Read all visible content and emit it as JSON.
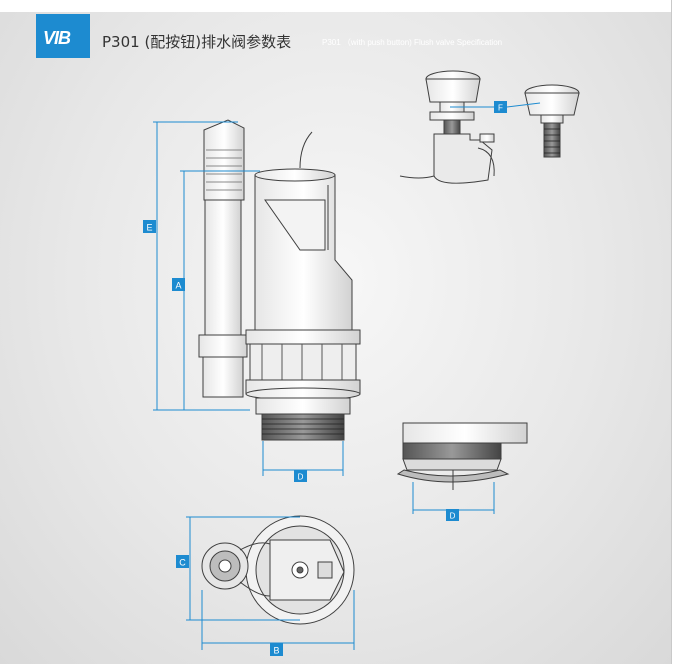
{
  "header": {
    "logo_text": "VIB",
    "title_cn": "P301 (配按钮)排水阀参数表",
    "title_en": "P301 （with push button) Flush valve Specification"
  },
  "dimensions": {
    "E": "E",
    "A": "A",
    "D_main": "D",
    "F": "F",
    "D_side": "D",
    "C": "C",
    "B": "B"
  },
  "colors": {
    "accent": "#1d8bd0",
    "line": "#3f3f3f"
  }
}
